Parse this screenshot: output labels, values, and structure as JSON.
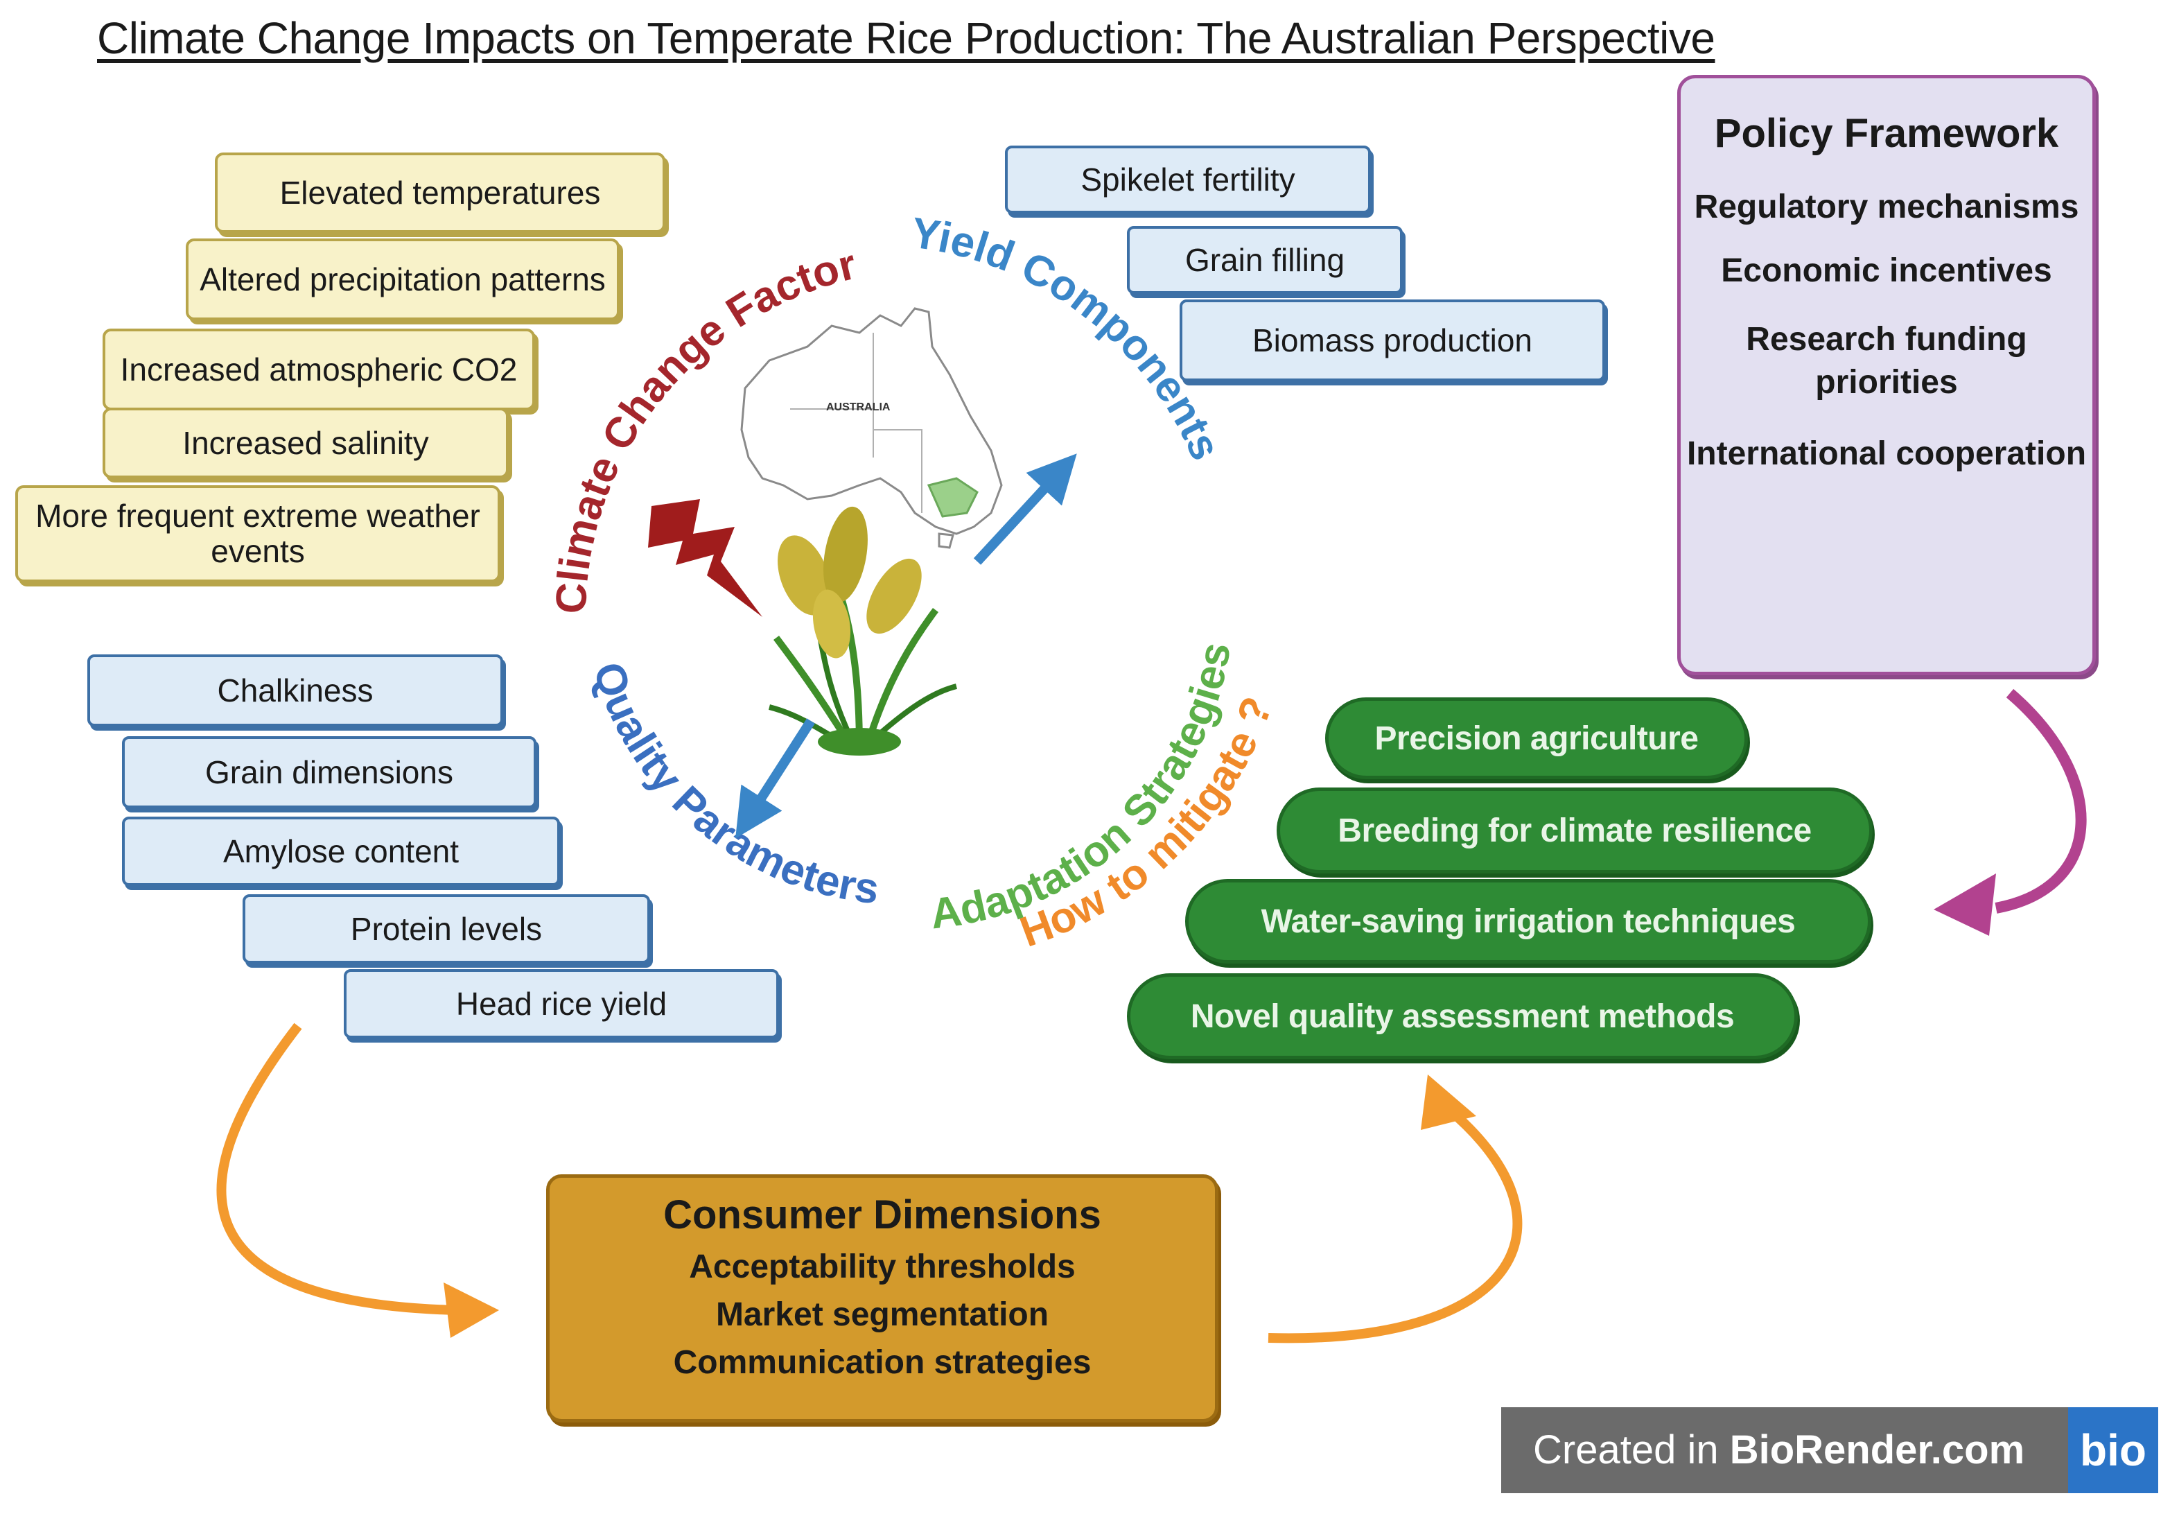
{
  "title": "Climate Change Impacts on Temperate Rice Production: The Australian Perspective",
  "ring_labels": {
    "climate": "Climate Change Factors",
    "yield": "Yield Components",
    "adaptation": "Adaptation Strategies",
    "mitigate": "How to mitigate ?",
    "quality": "Quality Parameters"
  },
  "map_label": "AUSTRALIA",
  "climate_factors": [
    "Elevated temperatures",
    "Altered precipitation patterns",
    "Increased atmospheric CO2",
    "Increased salinity",
    "More frequent extreme weather events"
  ],
  "yield_components": [
    "Spikelet fertility",
    "Grain filling",
    "Biomass production"
  ],
  "quality_parameters": [
    "Chalkiness",
    "Grain dimensions",
    "Amylose content",
    "Protein levels",
    "Head rice yield"
  ],
  "adaptation_strategies": [
    "Precision agriculture",
    "Breeding for climate resilience",
    "Water-saving irrigation techniques",
    "Novel quality assessment methods"
  ],
  "policy": {
    "heading": "Policy Framework",
    "items": [
      "Regulatory mechanisms",
      "Economic incentives",
      "Research funding priorities",
      "International cooperation"
    ]
  },
  "consumer": {
    "heading": "Consumer Dimensions",
    "items": [
      "Acceptability thresholds",
      "Market segmentation",
      "Communication strategies"
    ]
  },
  "watermark": {
    "prefix": "Created in ",
    "brand": "BioRender.com",
    "logo": "bio"
  },
  "colors": {
    "climate_label": "#a4262c",
    "yield_label": "#3a86c8",
    "adaptation_label": "#5db04a",
    "mitigate_label": "#f08a2a",
    "quality_label": "#3a6fc0",
    "policy_arrow": "#b2428f",
    "flow_arrow": "#f39a2e",
    "center_arrow": "#3a86c8",
    "lightning": "#a01c1c"
  },
  "icons": [
    "lightning-icon",
    "rice-plant-icon",
    "australia-map-icon"
  ]
}
